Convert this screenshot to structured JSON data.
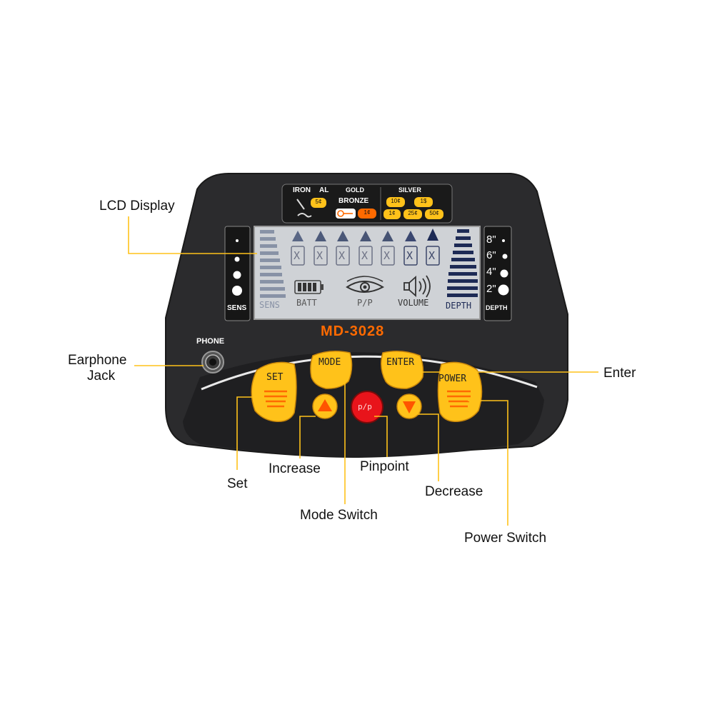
{
  "device": {
    "model": "MD-3028",
    "phone_label": "PHONE",
    "sens_label": "SENS",
    "depth_label": "DEPTH",
    "depth_marks": [
      "8\"",
      "6\"",
      "4\"",
      "2\""
    ],
    "colors": {
      "body": "#2b2b2d",
      "accent": "#ff6a00",
      "button": "#ffc21a",
      "pinpoint": "#e8141b",
      "lcd": "#cfd2d6"
    }
  },
  "target_panel": {
    "iron": "IRON",
    "al": "AL",
    "gold": "GOLD",
    "silver": "SILVER",
    "bronze": "BRONZE",
    "coin_5": "5¢",
    "coin_1c": "1¢",
    "coin_10": "10¢",
    "coin_1d": "1$",
    "coin_1c_b": "1¢",
    "coin_25": "25¢",
    "coin_50": "50¢"
  },
  "lcd": {
    "sens": "SENS",
    "batt": "BATT",
    "pp": "P/P",
    "volume": "VOLUME",
    "depth": "DEPTH",
    "box_marks": [
      "X",
      "X",
      "X",
      "X",
      "X",
      "X",
      "X"
    ]
  },
  "buttons": {
    "set": "SET",
    "mode": "MODE",
    "enter": "ENTER",
    "power": "POWER",
    "pinpoint": "p/p"
  },
  "callouts": {
    "lcd_display": "LCD Display",
    "earphone_1": "Earphone",
    "earphone_2": "Jack",
    "enter": "Enter",
    "set": "Set",
    "increase": "Increase",
    "pinpoint": "Pinpoint",
    "decrease": "Decrease",
    "mode_switch": "Mode Switch",
    "power_switch": "Power Switch"
  }
}
